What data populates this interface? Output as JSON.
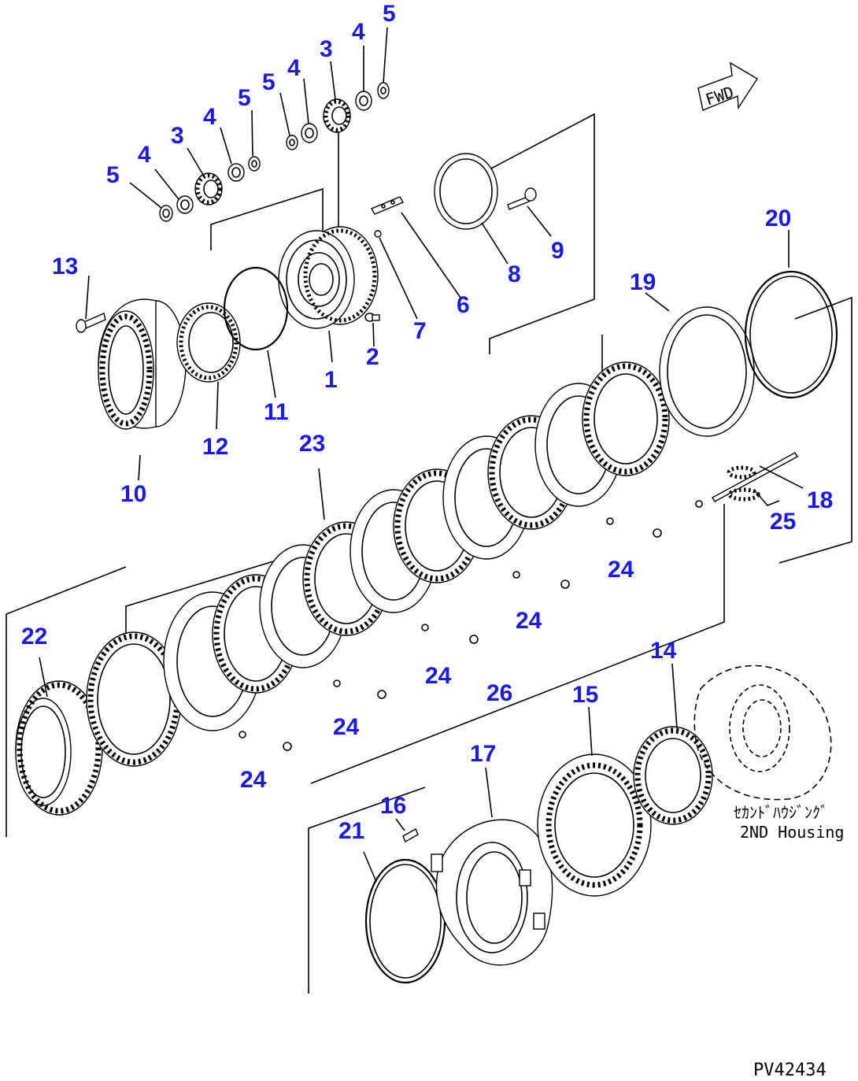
{
  "labels": {
    "p1": "1",
    "p2": "2",
    "p3a": "3",
    "p3b": "3",
    "p4a": "4",
    "p4b": "4",
    "p4c": "4",
    "p4d": "4",
    "p5a": "5",
    "p5b": "5",
    "p5c": "5",
    "p5d": "5",
    "p6": "6",
    "p7": "7",
    "p8": "8",
    "p9": "9",
    "p10": "10",
    "p11": "11",
    "p12": "12",
    "p13": "13",
    "p14": "14",
    "p15": "15",
    "p16": "16",
    "p17": "17",
    "p18": "18",
    "p19": "19",
    "p20": "20",
    "p21": "21",
    "p22": "22",
    "p23": "23",
    "p24a": "24",
    "p24b": "24",
    "p24c": "24",
    "p24d": "24",
    "p24e": "24",
    "p25": "25",
    "p26": "26"
  },
  "annotations": {
    "housing_jp": "ｾｶﾝﾄﾞﾊｳｼﾞﾝｸﾞ",
    "housing_en": "2ND Housing",
    "fwd_arrow": "FWD",
    "drawing_code": "PV42434"
  },
  "colors": {
    "callout": "#1a1ae6",
    "linework": "#000000",
    "background": "#ffffff"
  }
}
